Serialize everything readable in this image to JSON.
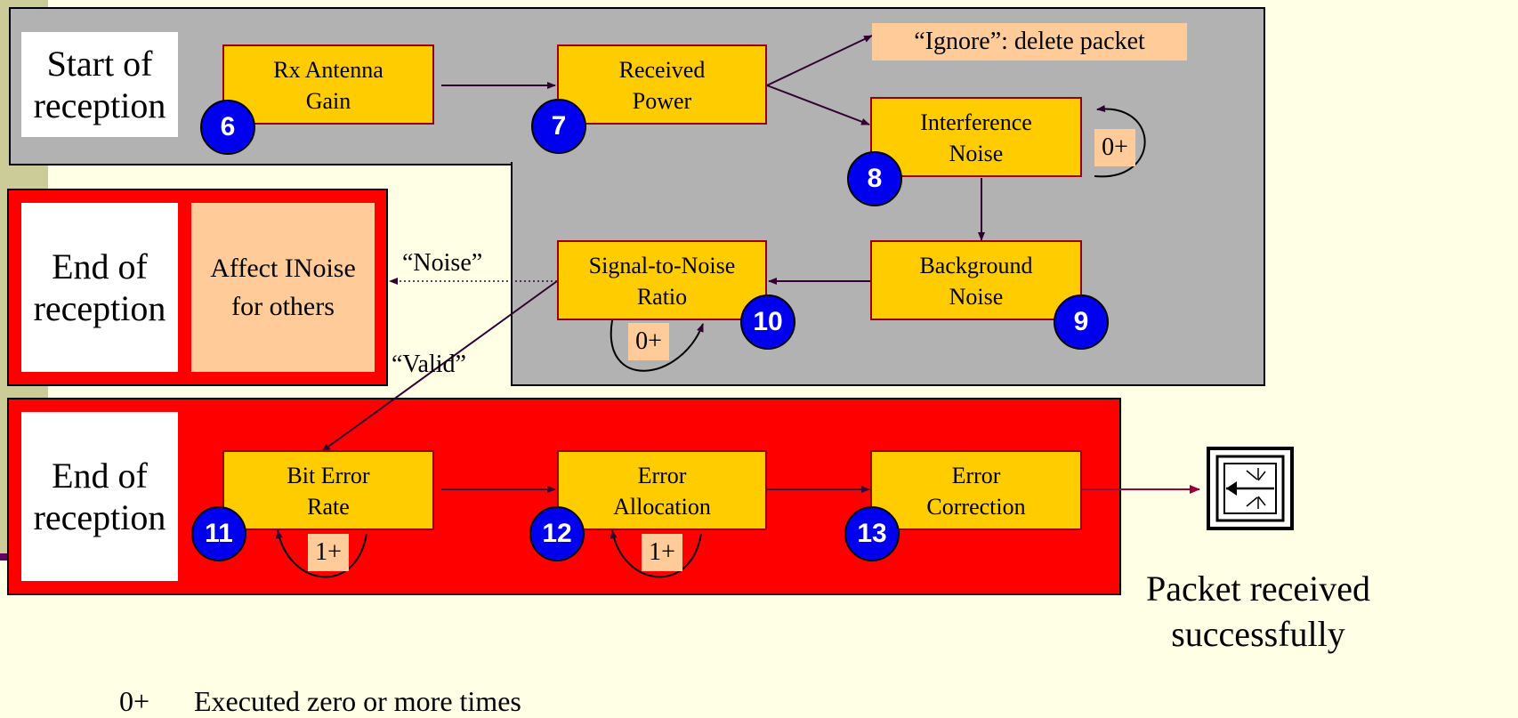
{
  "regions": {
    "start": {
      "label": "Start of\nreception"
    },
    "end_noise": {
      "label": "End of\nreception",
      "action": "Affect INoise\nfor others"
    },
    "end_valid": {
      "label": "End of\nreception"
    }
  },
  "stages": {
    "rx_gain": {
      "label": "Rx Antenna\nGain",
      "number": "6"
    },
    "received_power": {
      "label": "Received\nPower",
      "number": "7"
    },
    "interference_noise": {
      "label": "Interference\nNoise",
      "number": "8"
    },
    "background_noise": {
      "label": "Background\nNoise",
      "number": "9"
    },
    "snr": {
      "label": "Signal-to-Noise\nRatio",
      "number": "10"
    },
    "bit_error_rate": {
      "label": "Bit Error\nRate",
      "number": "11"
    },
    "error_allocation": {
      "label": "Error\nAllocation",
      "number": "12"
    },
    "error_correction": {
      "label": "Error\nCorrection",
      "number": "13"
    }
  },
  "ignore_label": "“Ignore”: delete packet",
  "loop_labels": {
    "interference": "0+",
    "snr": "0+",
    "ber": "1+",
    "allocation": "1+"
  },
  "edge_labels": {
    "noise": "“Noise”",
    "valid": "“Valid”"
  },
  "success_label": "Packet received\nsuccessfully",
  "legend": {
    "symbol": "0+",
    "text": "Executed zero or more times"
  },
  "colors": {
    "stage_fill": "#ffcc00",
    "stage_border": "#990000",
    "badge": "#0000ee",
    "region_gray": "#b2b2b2",
    "region_red": "#ff0000",
    "peach": "#ffcc99",
    "arrow": "#330033",
    "success_arrow": "#990033"
  },
  "icons": {
    "packet_sink": "packet-sink-icon"
  }
}
